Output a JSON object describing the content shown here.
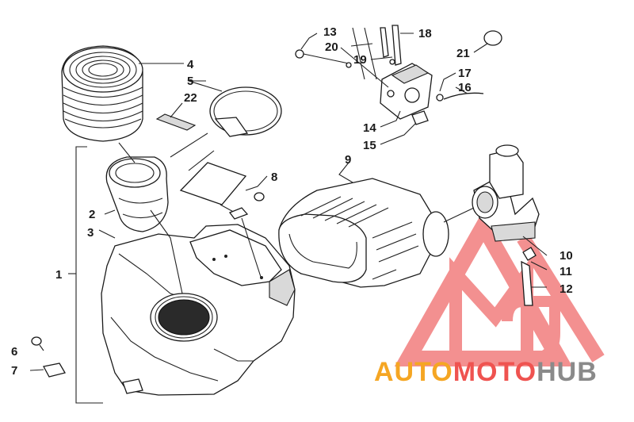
{
  "diagram": {
    "callouts": [
      {
        "id": "1",
        "label": "1"
      },
      {
        "id": "2",
        "label": "2"
      },
      {
        "id": "3",
        "label": "3"
      },
      {
        "id": "4",
        "label": "4"
      },
      {
        "id": "5",
        "label": "5"
      },
      {
        "id": "6",
        "label": "6"
      },
      {
        "id": "7",
        "label": "7"
      },
      {
        "id": "8",
        "label": "8"
      },
      {
        "id": "9",
        "label": "9"
      },
      {
        "id": "10",
        "label": "10"
      },
      {
        "id": "11",
        "label": "11"
      },
      {
        "id": "12",
        "label": "12"
      },
      {
        "id": "13",
        "label": "13"
      },
      {
        "id": "14",
        "label": "14"
      },
      {
        "id": "15",
        "label": "15"
      },
      {
        "id": "16",
        "label": "16"
      },
      {
        "id": "17",
        "label": "17"
      },
      {
        "id": "18",
        "label": "18"
      },
      {
        "id": "19",
        "label": "19"
      },
      {
        "id": "20",
        "label": "20"
      },
      {
        "id": "21",
        "label": "21"
      },
      {
        "id": "22",
        "label": "22"
      }
    ]
  },
  "watermark": {
    "part1": "AUTO",
    "part2": "MOTO",
    "part3": "HUB",
    "color_primary": "#f5a623",
    "color_secondary": "#ef5350",
    "color_tertiary": "#8a8a8a"
  }
}
